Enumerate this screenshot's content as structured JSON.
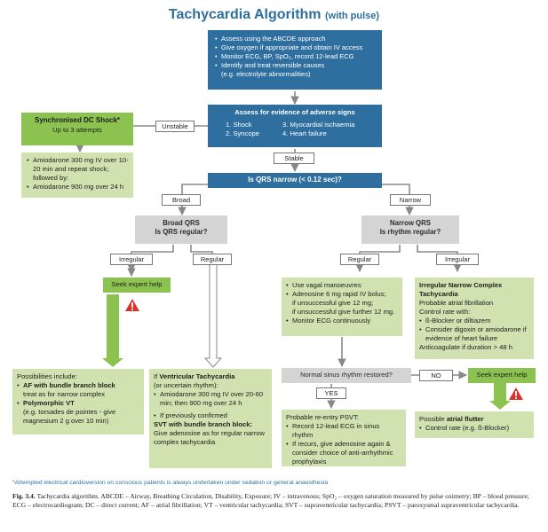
{
  "title": "Tachycardia Algorithm",
  "title_suffix": "(with pulse)",
  "assess_box": {
    "items": [
      "Assess using the ABCDE approach",
      "Give oxygen if appropriate and obtain IV access",
      "Monitor ECG, BP, SpO₂, record 12-lead ECG",
      "Identify and treat reversible causes",
      "(e.g. electrolyte abnormalities)"
    ]
  },
  "adverse_box": {
    "heading": "Assess for evidence of adverse signs",
    "signs": [
      "1. Shock",
      "3. Myocardial ischaemia",
      "2. Syncope",
      "4. Heart failure"
    ]
  },
  "labels": {
    "unstable": "Unstable",
    "stable": "Stable",
    "broad": "Broad",
    "narrow": "Narrow",
    "irregular": "Irregular",
    "regular": "Regular",
    "no": "NO",
    "yes": "YES"
  },
  "shock_box": {
    "title": "Synchronised DC Shock*",
    "subtitle": "Up to 3 attempts"
  },
  "amiodarone_box": {
    "line1": "Amiodarone 300 mg IV over 10-20 min and repeat shock; followed by:",
    "line2": "Amiodarone 900 mg over 24 h"
  },
  "qrs_box": {
    "text": "Is QRS narrow (< 0.12 sec)?"
  },
  "broad_qrs": {
    "line1": "Broad QRS",
    "line2": "Is QRS regular?"
  },
  "narrow_qrs": {
    "line1": "Narrow QRS",
    "line2": "Is rhythm regular?"
  },
  "seek_help_1": "Seek expert help",
  "seek_help_2": "Seek expert help",
  "possibilities": {
    "intro": "Possibilities include:",
    "af_bold": "AF with bundle branch block",
    "af_rest": "treat as for narrow complex",
    "pvt_bold": "Polymorphic VT",
    "pvt_rest": "(e.g. torsades de pointes - give magnesium 2 g over 10 min)"
  },
  "vt_box": {
    "if": "If",
    "vt_bold": "Ventricular Tachycardia",
    "vt_rest": "(or uncertain rhythm):",
    "amio": "Amiodarone 300 mg IV over 20-60 min; then 900 mg over 24 h",
    "prev": "If previously confirmed",
    "svt_bold": "SVT with bundle branch block:",
    "svt_rest": "Give adenosine as for regular narrow complex tachycardia"
  },
  "vagal_box": {
    "item1": "Use vagal manoeuvres",
    "item2a": "Adenosine 6 mg rapid IV bolus;",
    "item2b": "if unsuccessful give 12 mg;",
    "item2c": "if unsuccessful give further 12 mg.",
    "item3": "Monitor ECG continuously"
  },
  "irregular_narrow": {
    "title1": "Irregular Narrow Complex",
    "title2": "Tachycardia",
    "probable": "Probable atrial fibrillation",
    "control": "Control rate with:",
    "item1": "ß-Blocker or diltiazem",
    "item2": "Consider digoxin or amiodarone if evidence of heart failure",
    "anticoag": "Anticoagulate if duration > 48 h"
  },
  "sinus_box": "Normal sinus rhythm restored?",
  "psvt_box": {
    "title": "Probable re-entry PSVT:",
    "item1": "Record 12-lead ECG in sinus rhythm",
    "item2": "If recurs, give adenosine again & consider choice of anti-arrhythmic prophylaxis"
  },
  "flutter_box": {
    "intro": "Possible",
    "bold": "atrial flutter",
    "item1": "Control rate (e.g. ß-Blocker)"
  },
  "footnote": "*Attempted electrical cardioversion on conscious patients is always undertaken under sedation or general anaesthesia",
  "caption": {
    "label": "Fig. 3.4.",
    "text": "Tachycardia algorithm. ABCDE – Airway, Breathing Circulation, Disability, Exposure; IV – intravenous; SpO₂ – oxygen saturation measured by pulse oximetry; BP – blood pressure; ECG – electrocardiogram; DC – direct current; AF – atrial fibrillation; VT – ventricular tachycardia; SVT – supraventricular tachycardia; PSVT – paroxysmal supraventricular tachycardia."
  },
  "colors": {
    "blue": "#2f6f9f",
    "green_light": "#cfe2b0",
    "green_dark": "#8cc24f",
    "gray": "#d4d4d4",
    "warning_red": "#d8322a"
  },
  "icons": [
    "warning-icon",
    "warning-icon"
  ]
}
